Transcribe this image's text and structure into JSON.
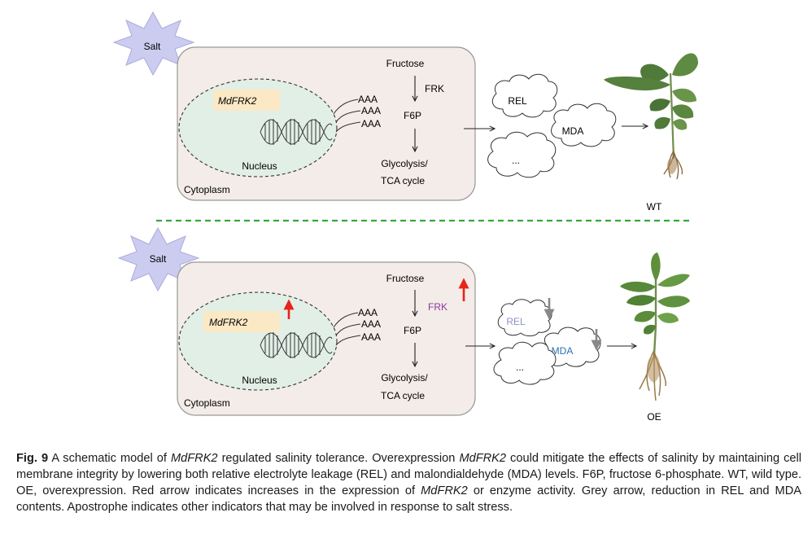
{
  "colors": {
    "cell_fill": "#f3ece8",
    "cell_stroke": "#999999",
    "nucleus_fill": "#e1efe7",
    "gene_box": "#fbe8c5",
    "salt_fill": "#ccccf0",
    "divider": "#3aa63a",
    "increase_arrow": "#e8231a",
    "decrease_arrow": "#888888",
    "frk_oe": "#8b3a9e",
    "rel_oe": "#8a94c8",
    "mda_oe": "#2f6fb0"
  },
  "panels": [
    {
      "id": "wt",
      "salt": "Salt",
      "gene": "MdFRK2",
      "nucleus": "Nucleus",
      "cytoplasm": "Cytoplasm",
      "poly_a": [
        "AAA",
        "AAA",
        "AAA"
      ],
      "fructose": "Fructose",
      "frk": "FRK",
      "f6p": "F6P",
      "glycolysis_1": "Glycolysis/",
      "glycolysis_2": "TCA cycle",
      "rel": "REL",
      "mda": "MDA",
      "other": "...",
      "plant_label": "WT"
    },
    {
      "id": "oe",
      "salt": "Salt",
      "gene": "MdFRK2",
      "nucleus": "Nucleus",
      "cytoplasm": "Cytoplasm",
      "poly_a": [
        "AAA",
        "AAA",
        "AAA"
      ],
      "fructose": "Fructose",
      "frk": "FRK",
      "f6p": "F6P",
      "glycolysis_1": "Glycolysis/",
      "glycolysis_2": "TCA cycle",
      "rel": "REL",
      "mda": "MDA",
      "other": "...",
      "plant_label": "OE"
    }
  ],
  "caption": {
    "fig_label": "Fig. 9",
    "s1": " A schematic model of ",
    "gene1": "MdFRK2",
    "s2": " regulated salinity tolerance.  Overexpression ",
    "gene2": "MdFRK2",
    "s3": " could mitigate the effects of salinity by maintaining cell membrane integrity by lowering both relative electrolyte leakage (REL) and malondialdehyde (MDA) levels. F6P, fructose 6-phosphate.  WT, wild type.  OE, overexpression.  Red arrow indicates increases in the expression of ",
    "gene3": "MdFRK2",
    "s4": " or enzyme activity.  Grey arrow, reduction in REL and MDA contents.  Apostrophe indicates other indicators that may be involved in response to salt stress."
  }
}
